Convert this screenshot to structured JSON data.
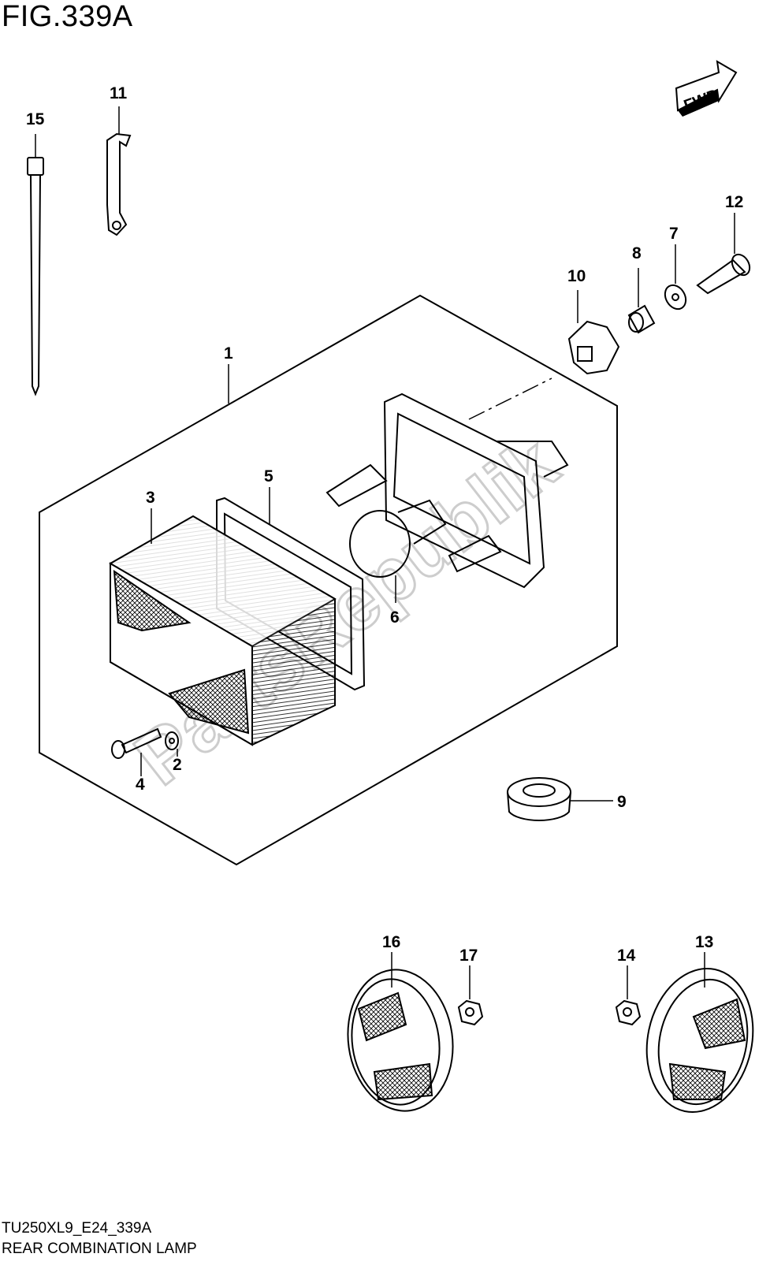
{
  "figure_title": "FIG.339A",
  "model_code": "TU250XL9_E24_339A",
  "caption": "REAR COMBINATION LAMP",
  "direction_badge": "FWD",
  "watermark": "PartsRepublik",
  "callouts": {
    "p1": "1",
    "p2": "2",
    "p3": "3",
    "p4": "4",
    "p5": "5",
    "p6": "6",
    "p7": "7",
    "p8": "8",
    "p9": "9",
    "p10": "10",
    "p11": "11",
    "p12": "12",
    "p13": "13",
    "p14": "14",
    "p15": "15",
    "p16": "16",
    "p17": "17"
  },
  "colors": {
    "line": "#000000",
    "watermark": "#d0d0d0"
  }
}
